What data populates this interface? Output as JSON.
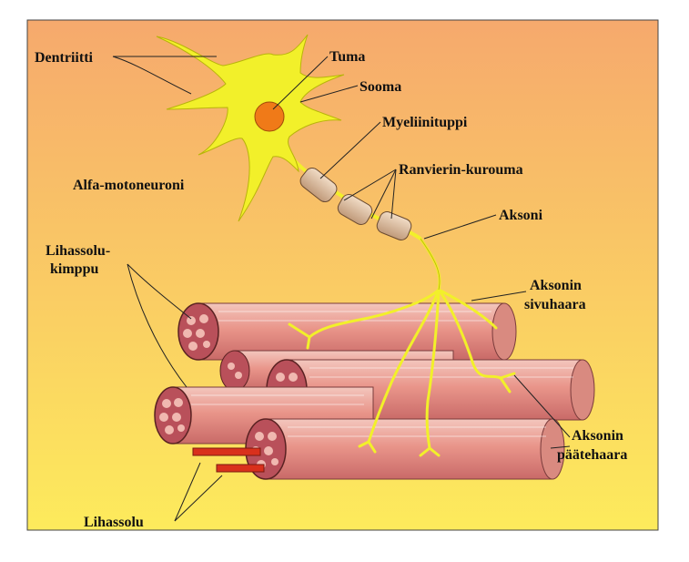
{
  "diagram": {
    "labels": {
      "dendrite": "Dentriitti",
      "nucleus": "Tuma",
      "soma": "Sooma",
      "myelin": "Myeliinituppi",
      "node": "Ranvierin-kurouma",
      "neuron": "Alfa-motoneuroni",
      "axon": "Aksoni",
      "bundle_line1": "Lihassolu-",
      "bundle_line2": "kimppu",
      "collateral_line1": "Aksonin",
      "collateral_line2": "sivuhaara",
      "terminal_line1": "Aksonin",
      "terminal_line2": "päätehaara",
      "muscle_cell": "Lihassolu"
    },
    "colors": {
      "background_top": "#f6a96d",
      "background_bottom": "#fdeb5c",
      "neuron": "#f2f02a",
      "nucleus": "#f07a18",
      "myelin": "#d8b697",
      "muscle": "#e9958a",
      "muscle_dark": "#b9505a",
      "muscle_cell": "#d9301c"
    }
  }
}
